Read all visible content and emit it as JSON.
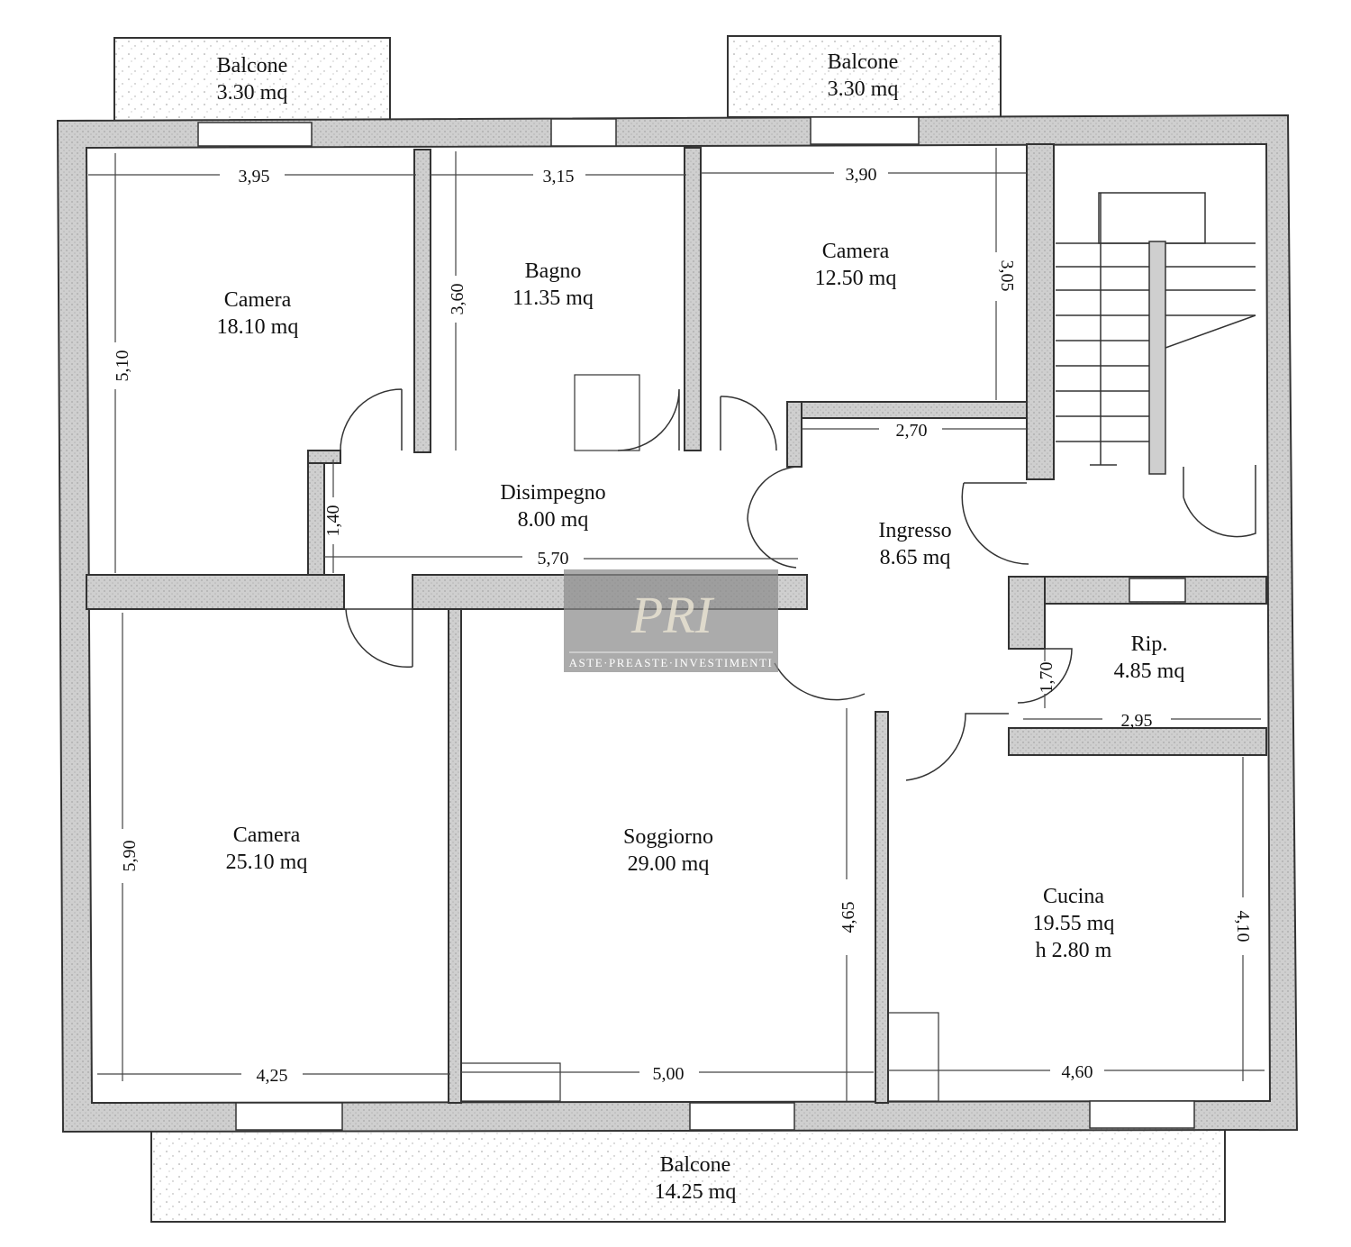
{
  "rooms": {
    "balcony_top_left": {
      "name": "Balcone",
      "area": "3.30 mq"
    },
    "balcony_top_right": {
      "name": "Balcone",
      "area": "3.30 mq"
    },
    "balcony_bottom": {
      "name": "Balcone",
      "area": "14.25 mq"
    },
    "camera_top_left": {
      "name": "Camera",
      "area": "18.10 mq"
    },
    "bagno": {
      "name": "Bagno",
      "area": "11.35 mq"
    },
    "camera_top_right": {
      "name": "Camera",
      "area": "12.50 mq"
    },
    "disimpegno": {
      "name": "Disimpegno",
      "area": "8.00 mq"
    },
    "ingresso": {
      "name": "Ingresso",
      "area": "8.65 mq"
    },
    "rip": {
      "name": "Rip.",
      "area": "4.85 mq"
    },
    "camera_bottom_left": {
      "name": "Camera",
      "area": "25.10 mq"
    },
    "soggiorno": {
      "name": "Soggiorno",
      "area": "29.00 mq"
    },
    "cucina": {
      "name": "Cucina",
      "area": "19.55 mq",
      "height": "h 2.80 m"
    }
  },
  "dimensions": {
    "camera_top_left_width": "3,95",
    "bagno_width": "3,15",
    "camera_top_right_width": "3,90",
    "camera_top_left_depth": "5,10",
    "bagno_depth": "3,60",
    "camera_top_right_depth": "3,05",
    "ingresso_width": "2,70",
    "disimpegno_depth": "1,40",
    "disimpegno_width": "5,70",
    "rip_depth": "1,70",
    "rip_width": "2,95",
    "camera_bottom_left_depth": "5,90",
    "soggiorno_depth": "4,65",
    "cucina_depth": "4,10",
    "camera_bottom_left_width": "4,25",
    "soggiorno_width": "5,00",
    "cucina_width": "4,60"
  },
  "watermark": {
    "logo_text": "PRI",
    "tagline": "ASTE·PREASTE·INVESTIMENTI"
  },
  "colors": {
    "wall_fill": "#c9c9c9",
    "line": "#222222",
    "watermark_bg": "#8a8a8a"
  }
}
